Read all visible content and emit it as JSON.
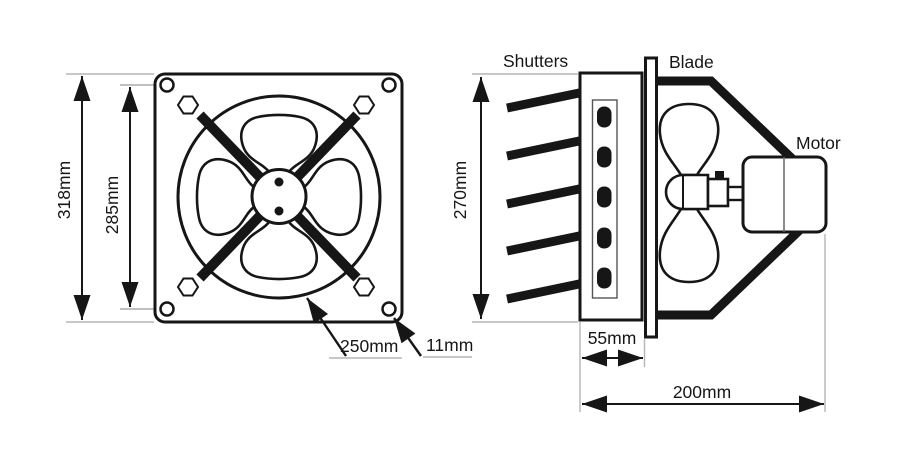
{
  "diagram": {
    "type": "technical-drawing",
    "subject": "wall exhaust fan, front view and side view",
    "colors": {
      "line": "#161616",
      "extension_line": "#b5b5b5",
      "background": "#ffffff"
    },
    "front_view": {
      "dim_panel_height": "318mm",
      "dim_hole_spacing": "285mm",
      "dim_fan_diameter": "250mm",
      "dim_screw_hole": "11mm"
    },
    "side_view": {
      "label_shutters": "Shutters",
      "label_blade": "Blade",
      "label_motor": "Motor",
      "dim_height": "270mm",
      "dim_body_depth": "55mm",
      "dim_total_depth": "200mm"
    }
  }
}
